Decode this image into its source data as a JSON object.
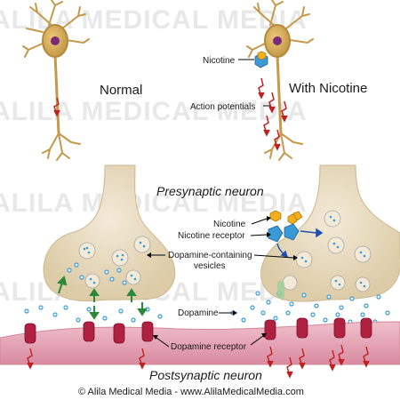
{
  "watermark": "ALILA MEDICAL MEDIA",
  "labels": {
    "normal": "Normal",
    "with_nicotine": "With  Nicotine",
    "nicotine_top": "Nicotine",
    "action_potentials": "Action potentials",
    "presynaptic": "Presynaptic neuron",
    "nicotine": "Nicotine",
    "nicotine_receptor": "Nicotine receptor",
    "dopamine_vesicles_1": "Dopamine-containing",
    "dopamine_vesicles_2": "vesicles",
    "dopamine": "Dopamine",
    "dopamine_receptor": "Dopamine receptor",
    "postsynaptic": "Postsynaptic neuron"
  },
  "footer": "© Alila Medical Media - www.AlilaMedicalMedia.com",
  "colors": {
    "neuron": "#c49a4a",
    "neuron_body": "#d8b060",
    "nucleus": "#7a2a7a",
    "terminal": "#e8dcc4",
    "postsynaptic": "#e0a0b0",
    "receptor": "#b02040",
    "arrow_red": "#c02020",
    "arrow_green": "#2a8a3a",
    "arrow_blue": "#1f4fb0",
    "dopamine": "#3a9ad8",
    "nicotine": "#f2b01e"
  }
}
